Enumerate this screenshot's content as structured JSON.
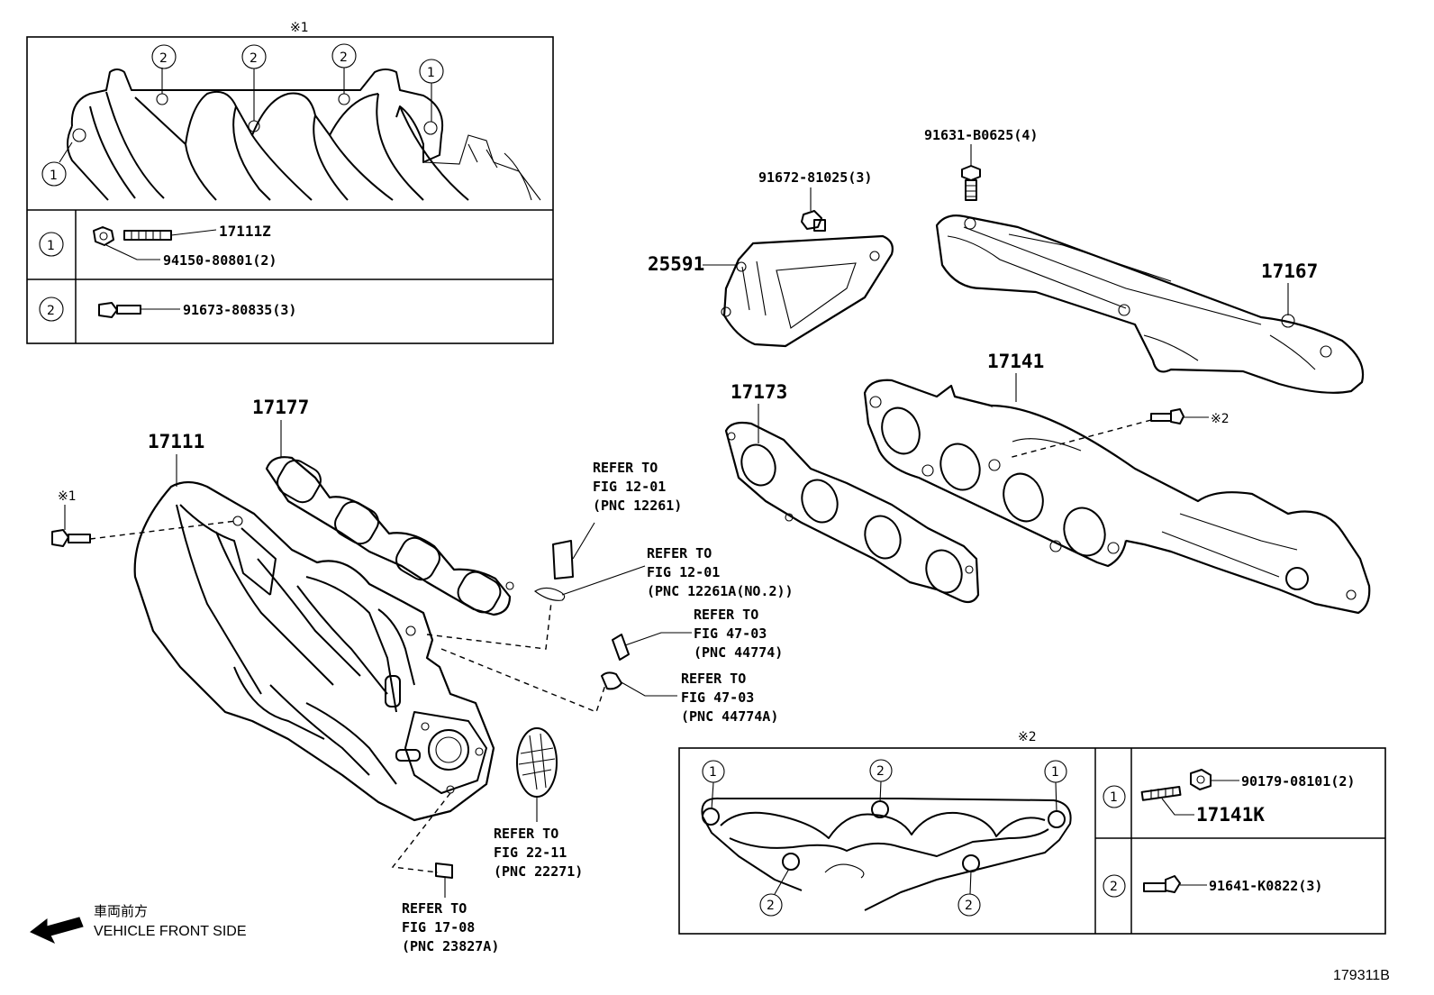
{
  "inset_top": {
    "mark": "※1",
    "rows": [
      {
        "num": "1",
        "part_a": "17111Z",
        "part_b": "94150-80801(2)"
      },
      {
        "num": "2",
        "part_a": "91673-80835(3)"
      }
    ]
  },
  "inset_bottom": {
    "mark": "※2",
    "rows": [
      {
        "num": "1",
        "part_a": "90179-08101(2)",
        "part_b": "17141K"
      },
      {
        "num": "2",
        "part_a": "91641-K0822(3)"
      }
    ]
  },
  "callouts": {
    "c1": "1",
    "c2": "2"
  },
  "parts": {
    "p91631": "91631-B0625(4)",
    "p91672": "91672-81025(3)",
    "p25591": "25591",
    "p17167": "17167",
    "p17141": "17141",
    "p17173": "17173",
    "p17177": "17177",
    "p17111": "17111",
    "mark1": "※1",
    "mark2": "※2"
  },
  "refers": [
    {
      "l1": "REFER TO",
      "l2": "FIG 12-01",
      "l3": "(PNC 12261)"
    },
    {
      "l1": "REFER TO",
      "l2": "FIG 12-01",
      "l3": "(PNC 12261A(NO.2))"
    },
    {
      "l1": "REFER TO",
      "l2": "FIG 47-03",
      "l3": "(PNC 44774)"
    },
    {
      "l1": "REFER TO",
      "l2": "FIG 47-03",
      "l3": "(PNC 44774A)"
    },
    {
      "l1": "REFER TO",
      "l2": "FIG 22-11",
      "l3": "(PNC 22271)"
    },
    {
      "l1": "REFER TO",
      "l2": "FIG 17-08",
      "l3": "(PNC 23827A)"
    }
  ],
  "front": {
    "jp": "車両前方",
    "en": "VEHICLE FRONT SIDE"
  },
  "diagram_code": "179311B"
}
